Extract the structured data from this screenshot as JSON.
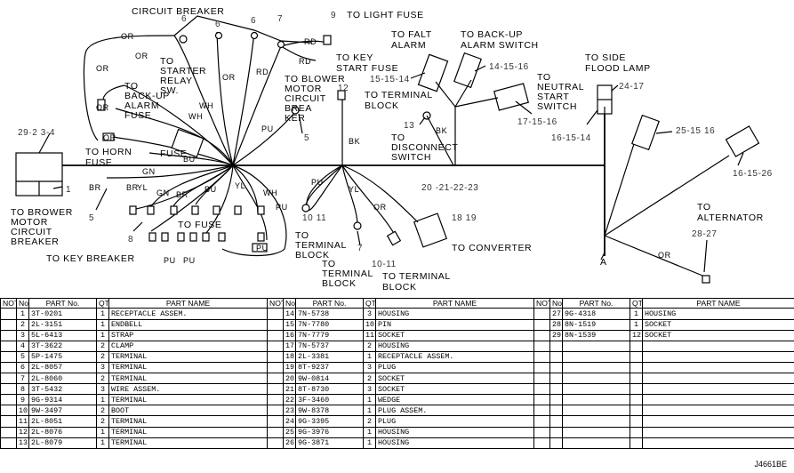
{
  "diagram": {
    "labels": {
      "circuit_breaker": "CIRCUIT  BREAKER",
      "to_light_fuse": "TO LIGHT FUSE",
      "to_falt_alarm": "TO FALT\nALARM",
      "to_backup_alarm_switch": "TO BACK-UP\nALARM SWITCH",
      "to_side_flood_lamp": "TO SIDE\nFLOOD LAMP",
      "to_key_start_fuse": "TO KEY\nSTART FUSE",
      "to_starter_relay_sw": "TO\nSTARTER\nRELAY\nSW.",
      "to_blower_motor_circuit_breaker": "TO BLOWER\nMOTOR\nCIRCUIT\nBREA\nKER",
      "to_terminal_block_top": "TO TERMINAL\nBLOCK",
      "to_neutral_start_switch": "TO\nNEUTRAL\nSTART\nSWITCH",
      "to_backup_alarm_fuse": "TO\nBACK-UP\nALARM\nFUSE",
      "to_horn_fuse": "TO HORN\nFUSE",
      "fuse": "FUSE",
      "to_disconnect_switch": "TO\nDISCONNECT\nSWITCH",
      "to_brower_motor_circuit_breaker": "TO BROWER\nMOTOR\nCIRCUIT\nBREAKER",
      "to_fuse": "TO FUSE",
      "to_key_breaker": "TO KEY BREAKER",
      "to_alternator": "TO\nALTERNATOR",
      "to_converter": "TO  CONVERTER",
      "to_terminal_block_mid": "TO\nTERMINAL\nBLOCK",
      "to_terminal_block_low": "TO\nTERMINAL\nBLOCK",
      "to_terminal_block_right": "TO TERMINAL\nBLOCK",
      "point_a": "A"
    },
    "wire_codes": {
      "or1": "OR",
      "or2": "OR",
      "or3": "OR",
      "or4": "OR",
      "or5": "OR",
      "or6": "OR",
      "or7": "OR",
      "or8": "OR",
      "rd1": "RD",
      "rd2": "RD",
      "rd3": "RD",
      "wh1": "WH",
      "wh2": "WH",
      "wh3": "WH",
      "pu1": "PU",
      "pu2": "PU",
      "pu3": "PU",
      "pu4": "PU",
      "pu5": "PU",
      "pu6": "PU",
      "bk1": "BK",
      "bk2": "BK",
      "bu1": "BU",
      "bu2": "BU",
      "gn1": "GN",
      "gn2": "GN",
      "br1": "BR",
      "br2": "BR",
      "br3": "BR",
      "yl1": "YL",
      "yl2": "YL",
      "yl3": "YL"
    },
    "callouts": {
      "c1": "6",
      "c2": "6",
      "c3": "6",
      "c4": "7",
      "c5": "9",
      "c6": "29·2 3-4",
      "c7": "1",
      "c8": "5",
      "c9": "8",
      "c10": "5",
      "c11": "12",
      "c12": "13",
      "c13": "15-15-14",
      "c14": "14-15-16",
      "c15": "17-15-16",
      "c16": "16-15-14",
      "c17": "24-17",
      "c18": "25-15 16",
      "c19": "16-15-26",
      "c20": "28-27",
      "c21": "20 -21-22-23",
      "c22": "18 19",
      "c23": "10 11",
      "c24": "7",
      "c25": "10-11"
    }
  },
  "table": {
    "headers": [
      "NOTE",
      "No.",
      "PART No.",
      "QTY",
      "PART NAME"
    ],
    "groups": [
      [
        [
          "",
          "1",
          "3T-0201",
          "1",
          "RECEPTACLE ASSEM."
        ],
        [
          "",
          "2",
          "2L-3151",
          "1",
          "ENDBELL"
        ],
        [
          "",
          "3",
          "5L-6413",
          "1",
          "STRAP"
        ],
        [
          "",
          "4",
          "3T-3622",
          "2",
          "CLAMP"
        ],
        [
          "",
          "5",
          "5P-1475",
          "2",
          "TERMINAL"
        ],
        [
          "",
          "6",
          "2L-8057",
          "3",
          "TERMINAL"
        ],
        [
          "",
          "7",
          "2L-8060",
          "2",
          "TERMINAL"
        ],
        [
          "",
          "8",
          "3T-5432",
          "3",
          "WIRE ASSEM."
        ],
        [
          "",
          "9",
          "9G-9314",
          "1",
          "TERMINAL"
        ],
        [
          "",
          "10",
          "9W-3497",
          "2",
          "BOOT"
        ],
        [
          "",
          "11",
          "2L-8051",
          "2",
          "TERMINAL"
        ],
        [
          "",
          "12",
          "2L-8076",
          "1",
          "TERMINAL"
        ],
        [
          "",
          "13",
          "2L-8079",
          "1",
          "TERMINAL"
        ]
      ],
      [
        [
          "",
          "14",
          "7N-5738",
          "3",
          "HOUSING"
        ],
        [
          "",
          "15",
          "7N-7780",
          "10",
          "PIN"
        ],
        [
          "",
          "16",
          "7N-7779",
          "11",
          "SOCKET"
        ],
        [
          "",
          "17",
          "7N-5737",
          "2",
          "HOUSING"
        ],
        [
          "",
          "18",
          "2L-3381",
          "1",
          "RECEPTACLE ASSEM."
        ],
        [
          "",
          "19",
          "8T-9237",
          "3",
          "PLUG"
        ],
        [
          "",
          "20",
          "9W-0814",
          "2",
          "SOCKET"
        ],
        [
          "",
          "21",
          "8T-8730",
          "3",
          "SOCKET"
        ],
        [
          "",
          "22",
          "3F-3460",
          "1",
          "WEDGE"
        ],
        [
          "",
          "23",
          "9W-8378",
          "1",
          "PLUG ASSEM."
        ],
        [
          "",
          "24",
          "9G-3395",
          "2",
          "PLUG"
        ],
        [
          "",
          "25",
          "9G-3976",
          "1",
          "HOUSING"
        ],
        [
          "",
          "26",
          "9G-3871",
          "1",
          "HOUSING"
        ]
      ],
      [
        [
          "",
          "27",
          "9G-4318",
          "1",
          "HOUSING"
        ],
        [
          "",
          "28",
          "8N-1519",
          "1",
          "SOCKET"
        ],
        [
          "",
          "29",
          "8N-1539",
          "12",
          "SOCKET"
        ]
      ]
    ]
  },
  "drawing_code": "J4661BE"
}
